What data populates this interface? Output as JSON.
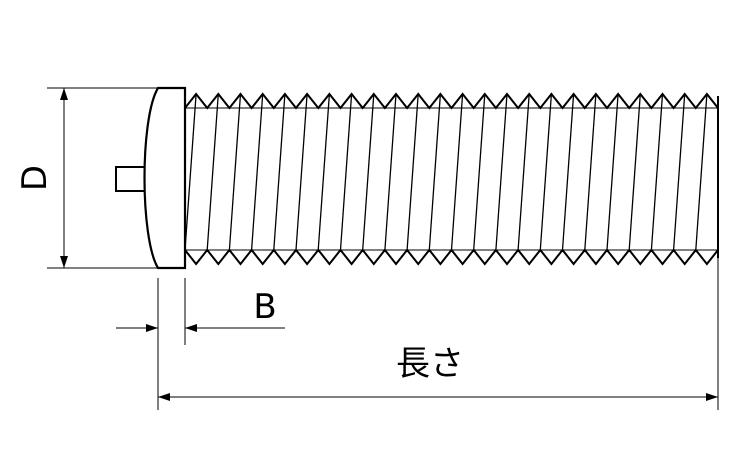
{
  "labels": {
    "diameter": "D",
    "head_height": "B",
    "length": "長さ"
  },
  "colors": {
    "line": "#000000",
    "background": "#ffffff"
  }
}
